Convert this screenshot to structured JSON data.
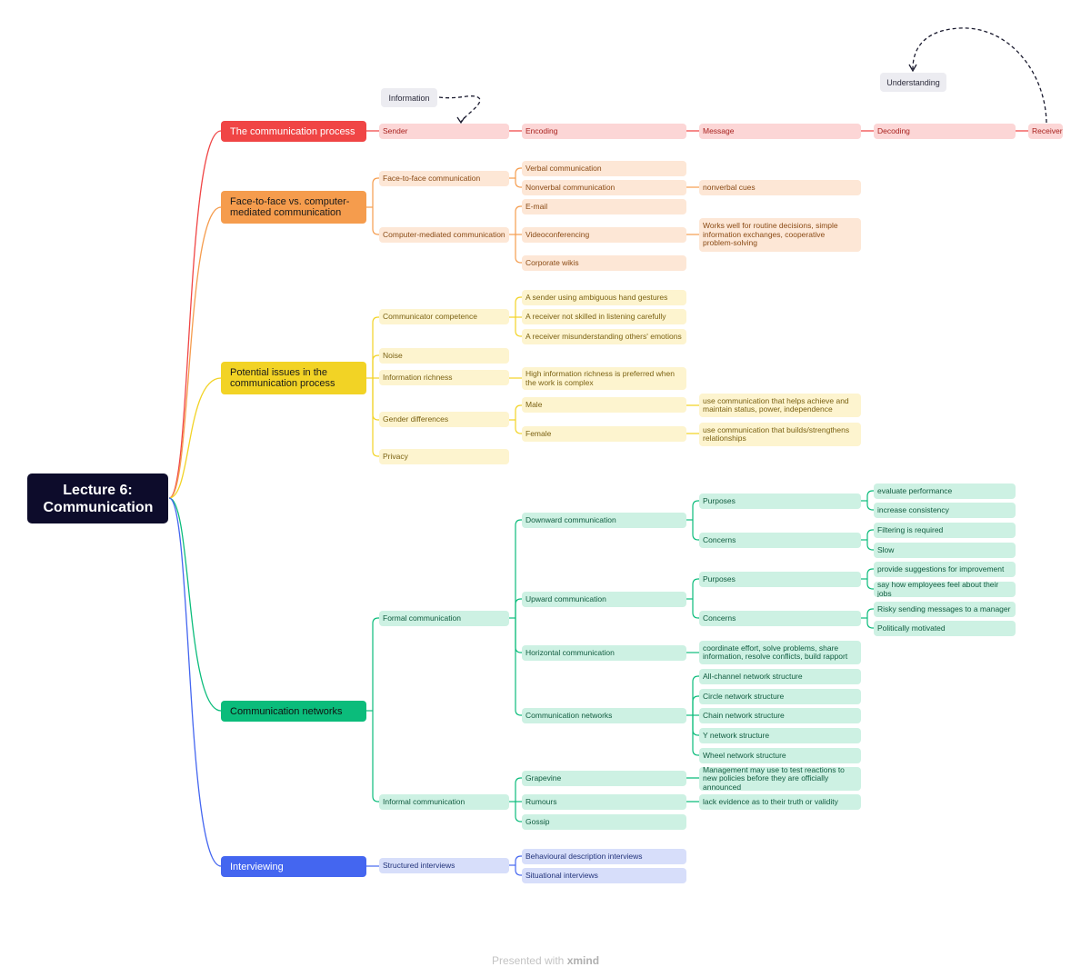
{
  "root": {
    "label": "Lecture 6: Communication",
    "color": "#0d0c2b"
  },
  "colors": {
    "red": "#f04545",
    "orange": "#f59c4d",
    "yellow": "#f2d325",
    "green": "#0bbc7b",
    "blue": "#4466f0"
  },
  "branches": [
    {
      "id": "process",
      "label": "The communication process",
      "color": "red"
    },
    {
      "id": "f2f",
      "label": "Face-to-face vs. computer-mediated communication",
      "color": "orange"
    },
    {
      "id": "issues",
      "label": "Potential issues in the communication process",
      "color": "yellow"
    },
    {
      "id": "networks",
      "label": "Communication networks",
      "color": "green"
    },
    {
      "id": "interviewing",
      "label": "Interviewing",
      "color": "blue"
    }
  ],
  "nodes": {
    "sender": "Sender",
    "encoding": "Encoding",
    "message": "Message",
    "decoding": "Decoding",
    "receiver": "Receiver",
    "f2f_comm": "Face-to-face communication",
    "verbal": "Verbal communication",
    "nonverbal": "Nonverbal communication",
    "nonverbal_cues": "nonverbal cues",
    "cmc": "Computer-mediated communication",
    "email": "E-mail",
    "video": "Videoconferencing",
    "video_note": "Works well for routine decisions, simple information exchanges, cooperative problem-solving",
    "wikis": "Corporate wikis",
    "competence": "Communicator competence",
    "comp1": "A sender using ambiguous hand gestures",
    "comp2": "A receiver not skilled in listening carefully",
    "comp3": "A receiver misunderstanding others' emotions",
    "noise": "Noise",
    "richness": "Information richness",
    "richness_note": "High information richness is preferred when the work is complex",
    "gender": "Gender differences",
    "male": "Male",
    "male_note": "use communication that helps achieve and maintain status, power, independence",
    "female": "Female",
    "female_note": "use communication that builds/strengthens relationships",
    "privacy": "Privacy",
    "formal": "Formal communication",
    "downward": "Downward communication",
    "d_purposes": "Purposes",
    "d_p1": "evaluate performance",
    "d_p2": "increase consistency",
    "d_concerns": "Concerns",
    "d_c1": "Filtering is required",
    "d_c2": "Slow",
    "upward": "Upward communication",
    "u_purposes": "Purposes",
    "u_p1": "provide suggestions for improvement",
    "u_p2": "say how employees feel about their jobs",
    "u_concerns": "Concerns",
    "u_c1": "Risky sending messages to a manager",
    "u_c2": "Politically motivated",
    "horizontal": "Horizontal communication",
    "horizontal_note": "coordinate effort, solve problems, share information, resolve conflicts, build rapport",
    "comm_networks": "Communication networks",
    "all_channel": "All-channel network structure",
    "circle": "Circle network structure",
    "chain": "Chain network structure",
    "y_net": "Y network structure",
    "wheel": "Wheel network structure",
    "informal": "Informal communication",
    "grapevine": "Grapevine",
    "grapevine_note": "Management may use to test reactions to new policies before they are officially announced",
    "rumours": "Rumours",
    "rumours_note": "lack evidence as to their truth or validity",
    "gossip": "Gossip",
    "structured": "Structured interviews",
    "behavioural": "Behavioural description interviews",
    "situational": "Situational interviews"
  },
  "floating": {
    "information": "Information",
    "understanding": "Understanding"
  },
  "footer": {
    "prefix": "Presented with",
    "brand": "xmind"
  }
}
